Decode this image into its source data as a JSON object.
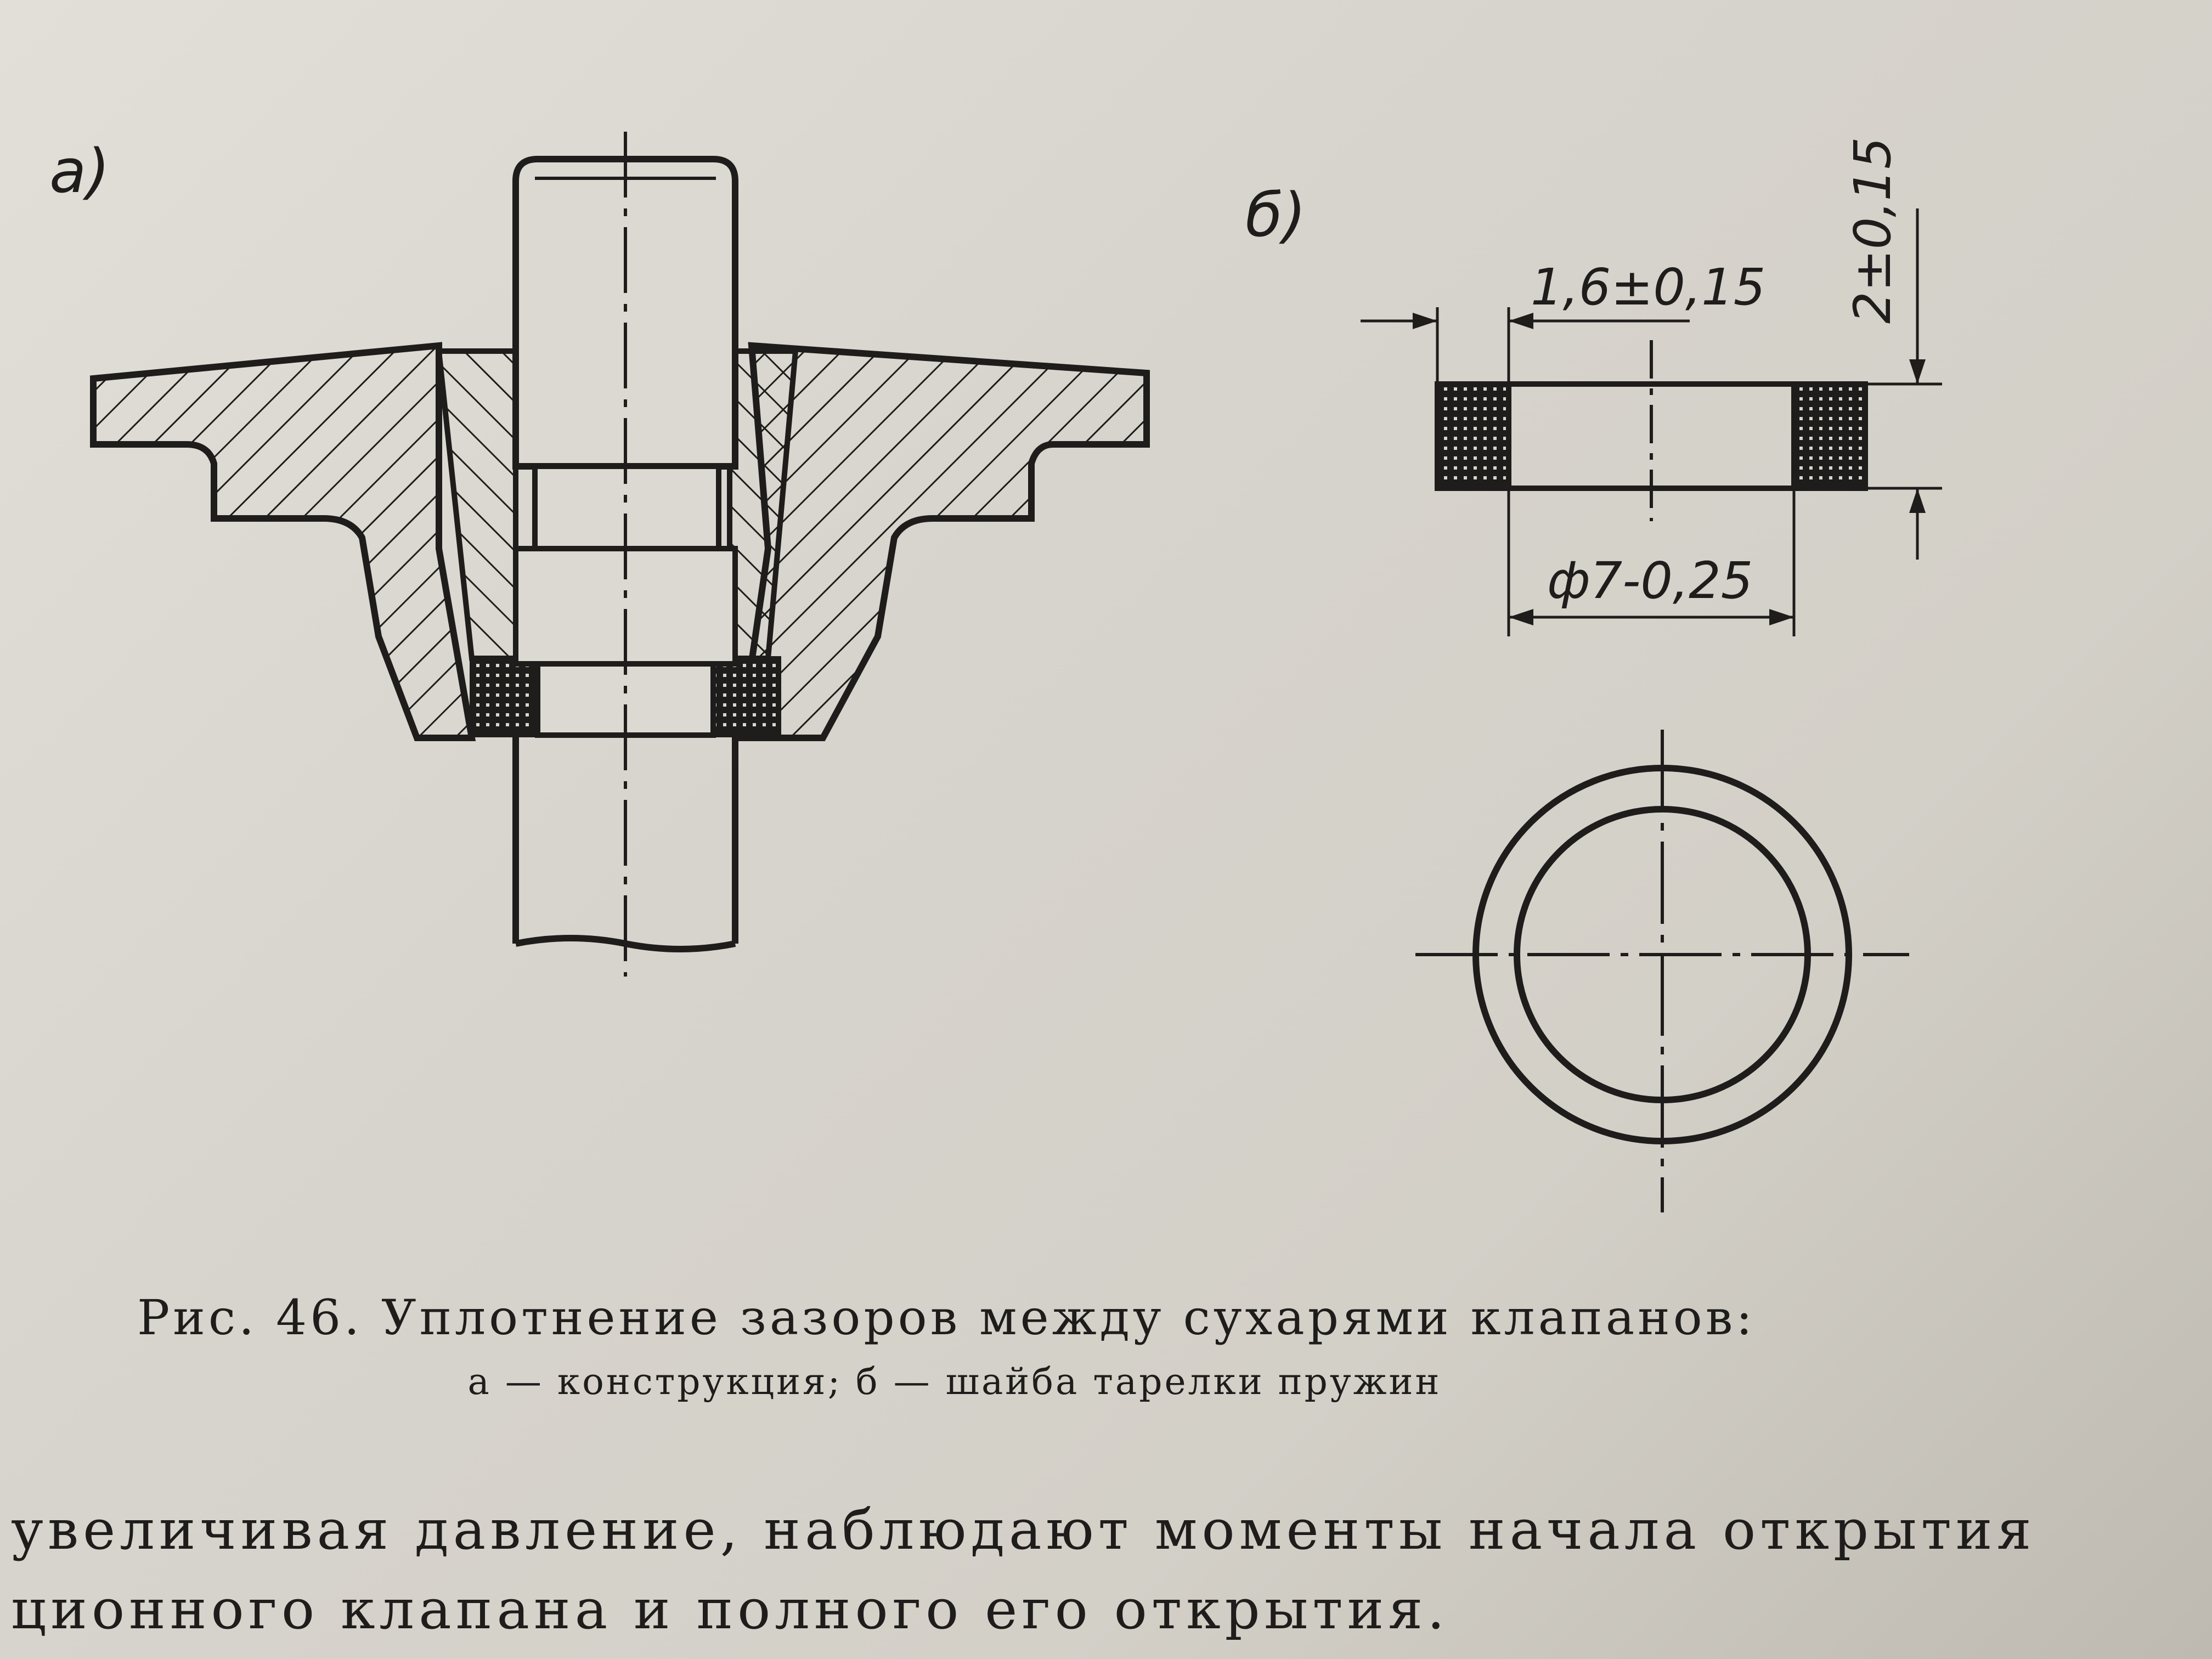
{
  "figure": {
    "panel_a_label": "а)",
    "panel_b_label": "б)",
    "dimensions": {
      "thickness": "1,6±0,15",
      "height": "2±0,15",
      "diameter": "ф7-0,25"
    },
    "caption": "Рис. 46. Уплотнение зазоров между сухарями клапанов:",
    "caption_sub": "а — конструкция; б — шайба тарелки пружин"
  },
  "body_text": {
    "line1": "увеличивая давление, наблюдают моменты начала открытия",
    "line2": "ционного клапана и полного его открытия."
  }
}
